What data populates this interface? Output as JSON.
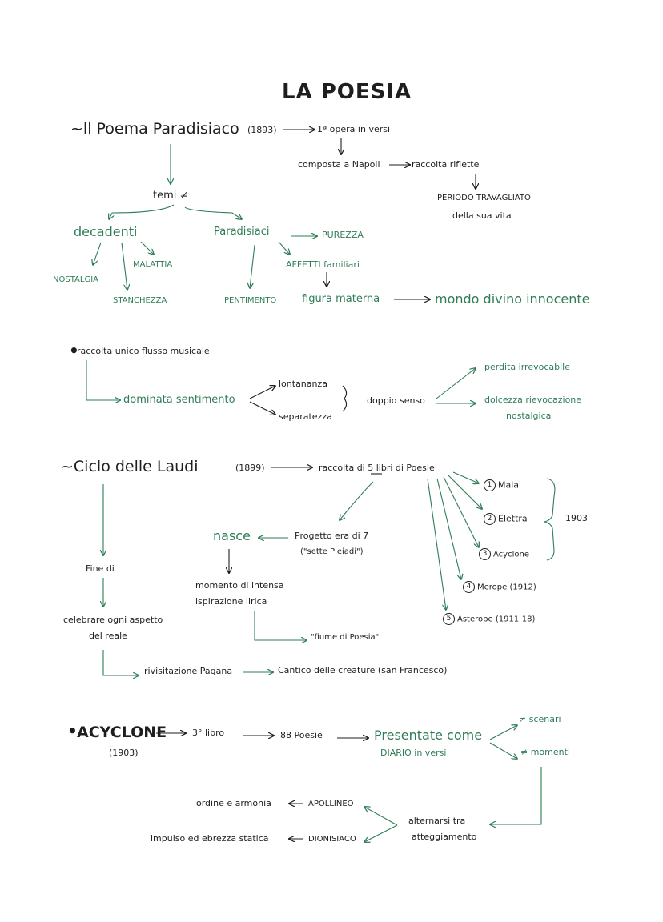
{
  "colors": {
    "ink": "#1e1e1e",
    "green": "#2f7d57"
  },
  "title": "LA POESIA",
  "s1": {
    "heading": "~ll Poema Paradisiaco",
    "year": "(1893)",
    "first": "1ª opera in versi",
    "composta": "composta a Napoli",
    "raccolta": "raccolta riflette",
    "periodo1": "PERIODO TRAVAGLIATO",
    "periodo2": "della sua vita",
    "temi": "temi ≠",
    "decadenti": "decadenti",
    "paradisiaci": "Paradisiaci",
    "purezza": "PUREZZA",
    "malattia": "MALATTIA",
    "nostalgia": "NOSTALGIA",
    "stanchezza": "STANCHEZZA",
    "pentimento": "PENTIMENTO",
    "affetti": "AFFETTI familiari",
    "figura": "figura materna",
    "mondo": "mondo divino innocente"
  },
  "s2": {
    "raccolta": "raccolta unico flusso musicale",
    "dominata": "dominata sentimento",
    "lontananza": "lontananza",
    "separatezza": "separatezza",
    "doppio": "doppio senso",
    "perdita": "perdita irrevocabile",
    "dolcezza1": "dolcezza rievocazione",
    "dolcezza2": "nostalgica"
  },
  "s3": {
    "heading": "~Ciclo delle Laudi",
    "year": "(1899)",
    "raccolta": "raccolta di 5 libri di Poesie",
    "books": [
      {
        "num": "1",
        "name": "Maia"
      },
      {
        "num": "2",
        "name": "Elettra"
      },
      {
        "num": "3",
        "name": "Acyclone"
      },
      {
        "num": "4",
        "name": "Merope (1912)"
      },
      {
        "num": "5",
        "name": "Asterope (1911-18)"
      }
    ],
    "year_brace": "1903",
    "nasce": "nasce",
    "progetto1": "Progetto era di 7",
    "progetto2": "(\"sette Pleiadi\")",
    "momento1": "momento di intensa",
    "momento2": "ispirazione lirica",
    "fiume": "\"fiume di Poesia\"",
    "fine": "Fine di",
    "celebrare1": "celebrare ogni aspetto",
    "celebrare2": "del reale",
    "rivisitazione": "rivisitazione Pagana",
    "cantico": "Cantico delle creature (san Francesco)"
  },
  "s4": {
    "heading": "ACYCLONE",
    "year": "(1903)",
    "libro": "3° libro",
    "poesie": "88 Poesie",
    "presentate": "Presentate come",
    "diario": "DIARIO in versi",
    "scenari": "≠ scenari",
    "momenti": "≠ momenti",
    "alternarsi1": "alternarsi tra",
    "alternarsi2": "atteggiamento",
    "ordine": "ordine e armonia",
    "apollineo": "APOLLINEO",
    "impulso": "impulso ed ebrezza statica",
    "dionisiaco": "DIONISIACO"
  }
}
